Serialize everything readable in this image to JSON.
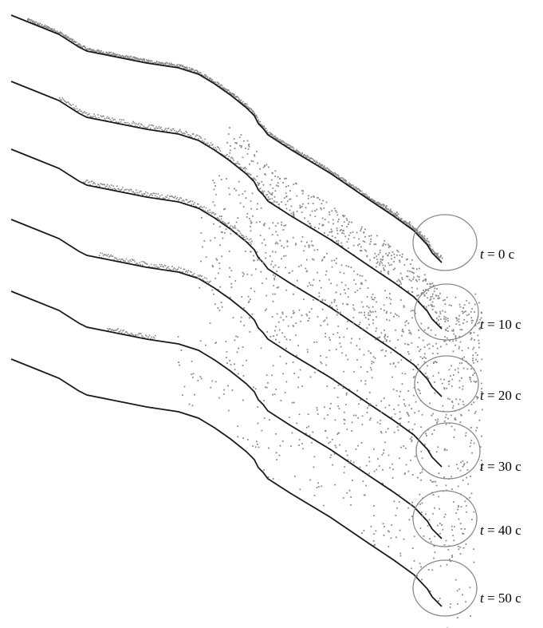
{
  "colors": {
    "background": "#ffffff",
    "slope_profile": "#1a1a1a",
    "particles": "#8a8a8a",
    "deposit_circle": "#888888"
  },
  "time_steps": [
    {
      "var": "t",
      "rest": " = 0 c"
    },
    {
      "var": "t",
      "rest": " = 10 c"
    },
    {
      "var": "t",
      "rest": " = 20 c"
    },
    {
      "var": "t",
      "rest": " = 30 c"
    },
    {
      "var": "t",
      "rest": " = 40 c"
    },
    {
      "var": "t",
      "rest": " = 50 c"
    }
  ]
}
